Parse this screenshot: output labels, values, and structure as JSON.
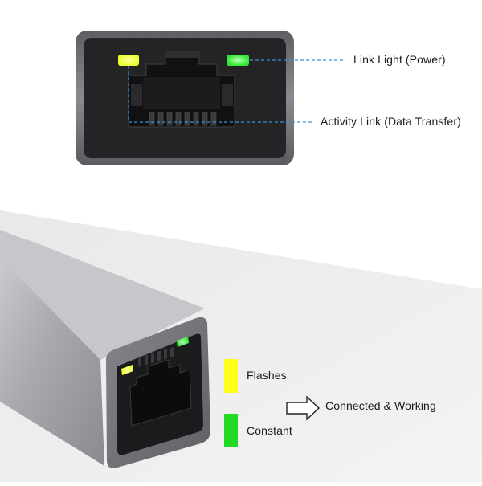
{
  "annotations": {
    "link_light_label": "Link Light (Power)",
    "activity_link_label": "Activity Link (Data Transfer)"
  },
  "legend": {
    "flashes_label": "Flashes",
    "constant_label": "Constant",
    "result_label": "Connected & Working",
    "flashes_color": "#ffff1a",
    "constant_color": "#22d822"
  },
  "colors": {
    "led_yellow": "#f4ff2e",
    "led_green": "#3ff23f",
    "leader_line": "#3d8fd6",
    "aluminum_dark": "#6e6f74",
    "aluminum_light": "#b4b5ba",
    "port_black": "#202022",
    "backdrop_gray": "#ececec"
  },
  "icons": {
    "arrow": "outline-right-arrow-icon"
  }
}
